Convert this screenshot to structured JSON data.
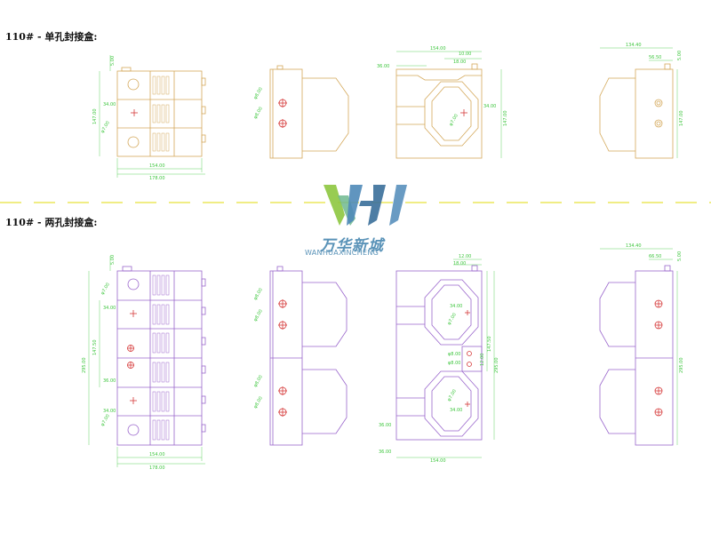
{
  "sections": [
    {
      "title": "110# - 单孔封接盒:"
    },
    {
      "title": "110# - 两孔封接盒:"
    }
  ],
  "logo": {
    "name": "万华新城",
    "subtitle": "WANHUAXINCHENG"
  },
  "colors": {
    "single_box_line": "#d4a85a",
    "double_box_line": "#9a66cc",
    "dimension": "#3ec63e",
    "separator": "#e8e23a",
    "hole_mark": "#d63a3a",
    "logo_green": "#8dc63f",
    "logo_blue": "#4f8ab8"
  },
  "dimensions": {
    "single": {
      "front_width_inner": "154.00",
      "front_width_outer": "178.00",
      "front_height": "147.00",
      "front_top": "5.00",
      "hole_size": "34.00",
      "hole_dia": "φ7.00",
      "side_hole_a": "φ8.00",
      "side_hole_b": "φ8.00",
      "iso_width": "154.00",
      "iso_top_a": "10.00",
      "iso_top_b": "18.00",
      "iso_left": "36.00",
      "iso_hole": "34.00",
      "iso_dia": "φ7.00",
      "iso_height": "147.00",
      "back_width": "134.40",
      "back_inner": "56.50",
      "back_top": "5.00",
      "back_height": "147.00"
    },
    "double": {
      "front_width_inner": "154.00",
      "front_width_outer": "178.00",
      "front_height": "295.00",
      "front_h2": "147.50",
      "front_top": "5.00",
      "hole_a": "34.00",
      "hole_b": "36.00",
      "hole_c": "34.00",
      "dia_a": "φ7.00",
      "dia_b": "φ7.00",
      "side_a": "φ8.00",
      "side_b": "φ8.00",
      "side_c": "φ8.00",
      "side_d": "φ8.00",
      "iso_width": "154.00",
      "iso_top_a": "12.00",
      "iso_top_b": "18.00",
      "iso_left": "36.00",
      "iso_bottom": "36.00",
      "iso_hole_a": "34.00",
      "iso_hole_b": "34.00",
      "iso_dia_a": "φ7.00",
      "iso_dia_b": "φ7.00",
      "iso_mid_a": "φ8.00",
      "iso_mid_b": "φ8.00",
      "iso_h_a": "147.50",
      "iso_h_b": "295.00",
      "iso_mid_dim": "12.00",
      "back_width": "134.40",
      "back_inner": "66.50",
      "back_top": "5.00",
      "back_height": "295.00"
    }
  }
}
